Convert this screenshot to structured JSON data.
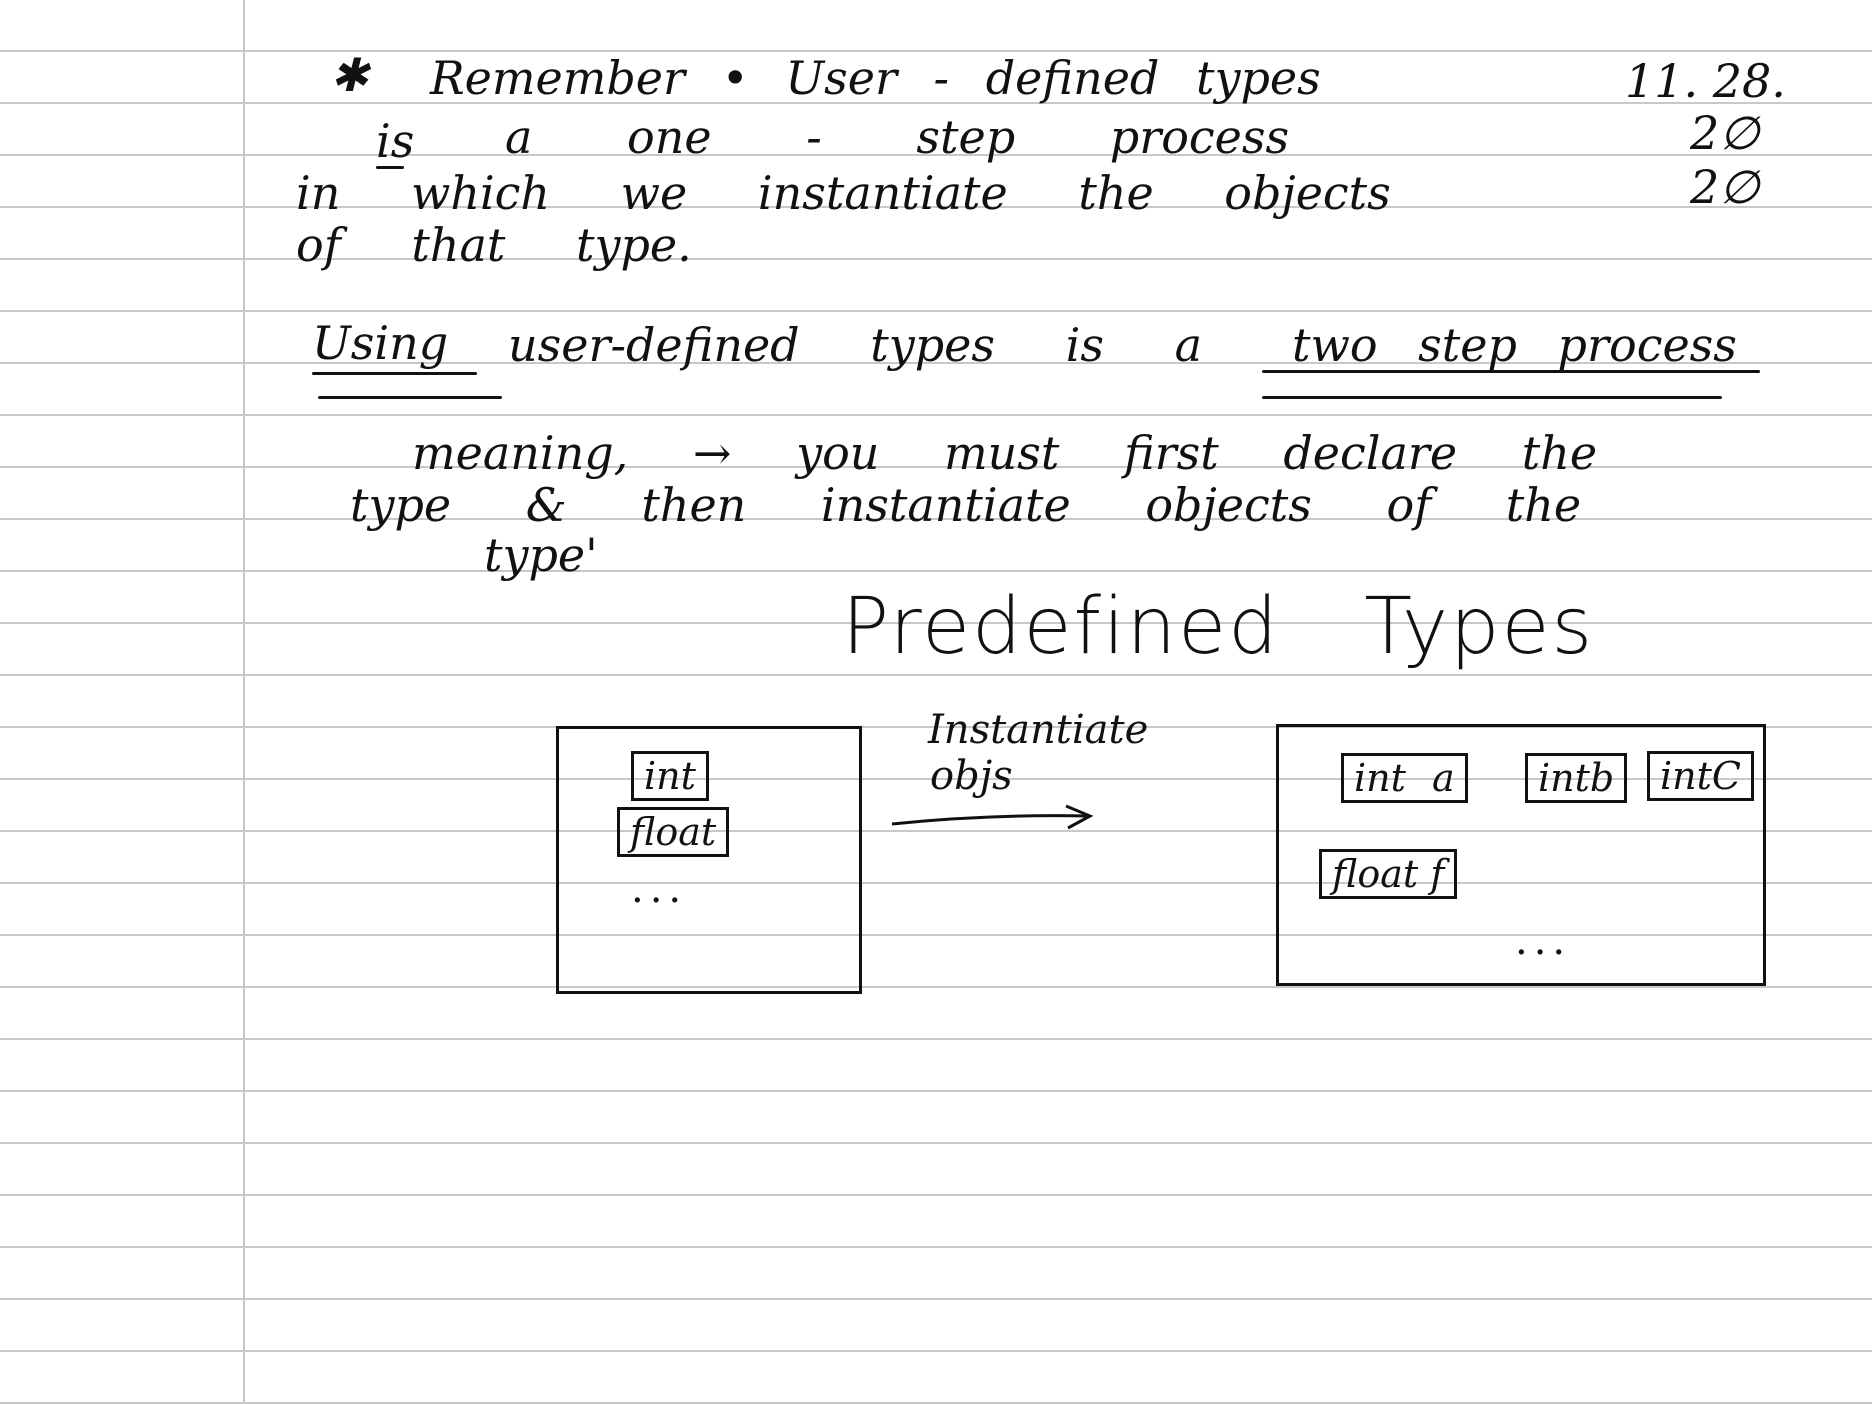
{
  "note": {
    "lines": {
      "l1_star": "✱",
      "l1_text": "Remember • User - defined types",
      "date": "11. 28.",
      "l2_is": "is",
      "l2_text": "a one - step process",
      "l2_mark": "2∅",
      "l3_text": "in which we instantiate the objects",
      "l3_mark": "2∅",
      "l4_text": "of that type."
    },
    "statement": {
      "using": "Using",
      "middle": "user-defined types is a",
      "emph": "two step process"
    },
    "meaning": {
      "m1": "meaning, → you must first declare the",
      "m2": "type & then instantiate objects of the",
      "m3": "type'"
    }
  },
  "diagram": {
    "title": "Predefined Types",
    "left_items": [
      "int",
      "float"
    ],
    "left_ellipsis": "...",
    "arrow_label_1": "Instantiate",
    "arrow_label_2": "objs",
    "right_items_row1": [
      "int a",
      "intb",
      "intC"
    ],
    "right_items_row2": [
      "float f"
    ],
    "right_ellipsis": "..."
  }
}
